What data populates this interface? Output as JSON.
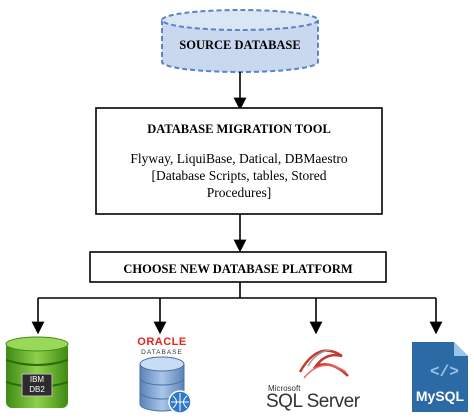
{
  "source_database": {
    "label": "SOURCE DATABASE"
  },
  "migration_tool": {
    "title": "DATABASE MIGRATION TOOL",
    "line1": "Flyway, LiquiBase, Datical, DBMaestro",
    "line2": "[Database Scripts, tables, Stored",
    "line3": "Procedures]"
  },
  "platform": {
    "label": "CHOOSE NEW DATABASE PLATFORM"
  },
  "platform_logos": {
    "ibm_db2": {
      "line1": "IBM",
      "line2": "DB2"
    },
    "oracle": {
      "brand": "ORACLE",
      "sub": "DATABASE"
    },
    "sql_server": {
      "brand_small": "Microsoft",
      "brand": "SQL Server"
    },
    "mysql": {
      "brand": "MySQL"
    }
  },
  "colors": {
    "source_fill": "#c9d8ee",
    "source_stroke": "#5a83c8",
    "oracle_red": "#e1261c",
    "db2_green": "#5aa51f",
    "mysql_blue": "#2c6aa6"
  }
}
